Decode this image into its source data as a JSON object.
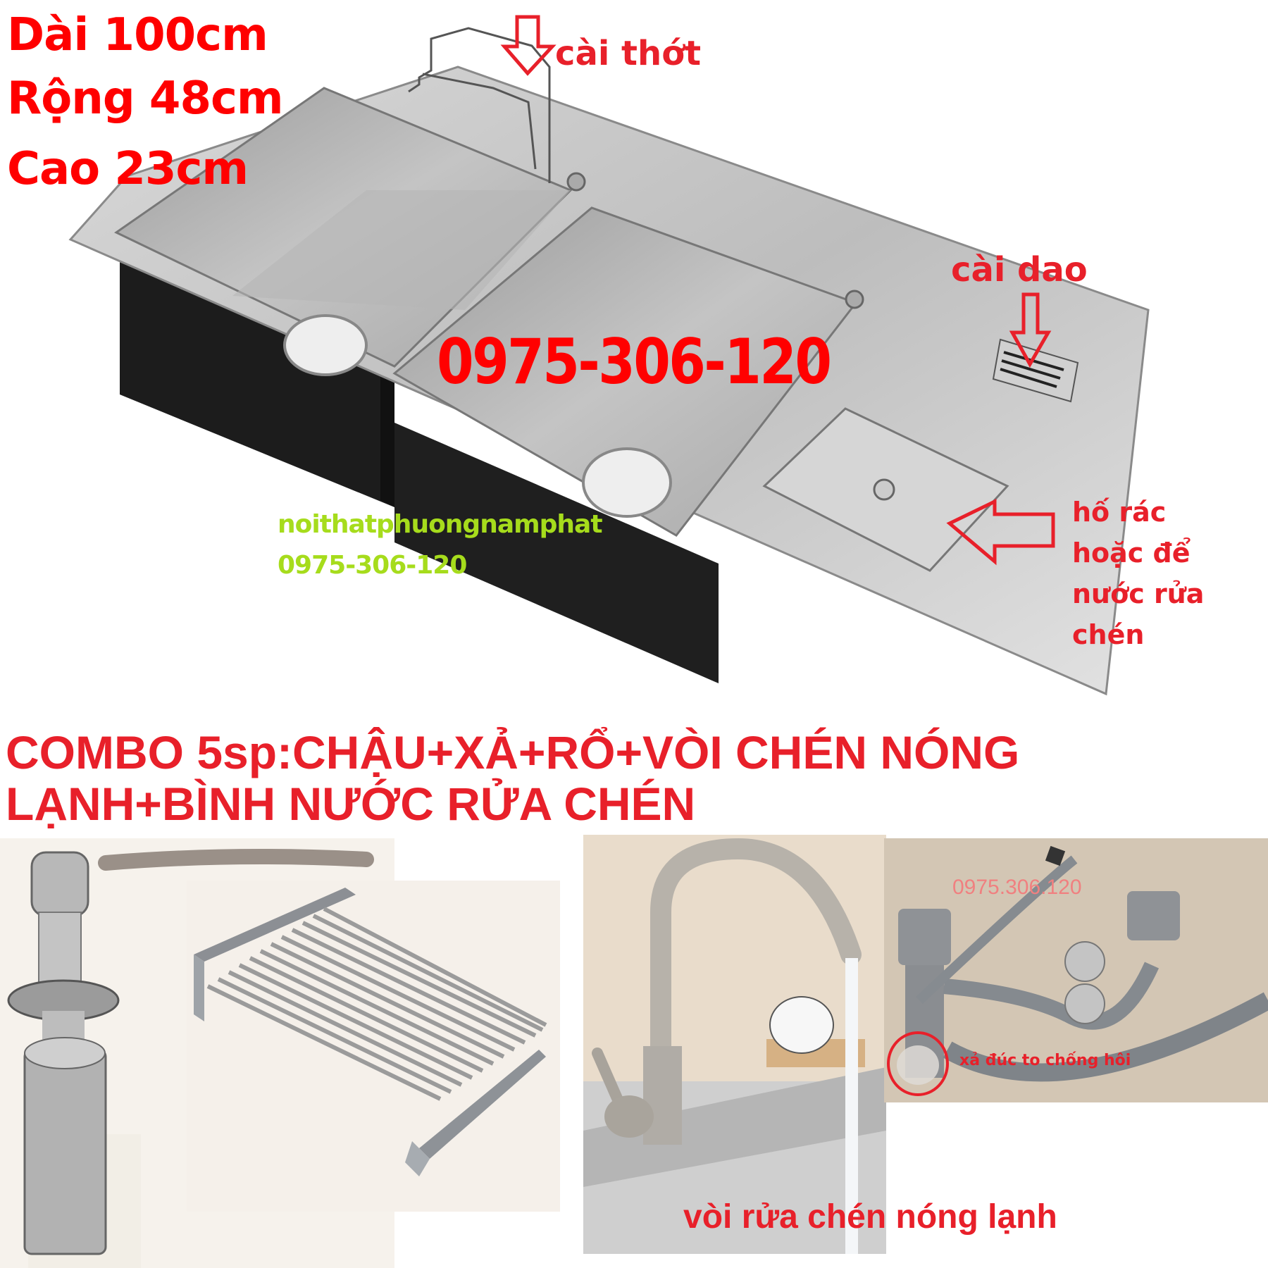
{
  "specs": {
    "length": "Dài 100cm",
    "width": "Rộng 48cm",
    "height": "Cao 23cm"
  },
  "callouts": {
    "cutting_board_holder": "cài thớt",
    "knife_holder": "cài dao",
    "trash_bin": [
      "hố rác",
      "hoặc để",
      "nước rửa",
      "chén"
    ]
  },
  "phone_main": "0975-306-120",
  "watermark": {
    "brand": "noithatphuongnamphat",
    "phone": "0975-306-120"
  },
  "combo_title": {
    "line1": "COMBO 5sp:CHẬU+XẢ+RỔ+VÒI CHÉN NÓNG",
    "line2": "LẠNH+BÌNH NƯỚC RỬA CHÉN"
  },
  "products": {
    "soap_dispenser": "soap dispenser",
    "dish_rack": "roll-up dish rack",
    "faucet": {
      "caption": "vòi rửa chén nóng lạnh"
    },
    "drain_kit": {
      "phone": "0975.306.120",
      "caption": "xả đúc to chống hôi"
    }
  },
  "colors": {
    "annotation_red": "#ff0000",
    "caption_red": "#e8202a",
    "watermark_green": "#a6dc1c",
    "steel": "#c9c9c9",
    "sink_body_black": "#1c1c1c"
  }
}
